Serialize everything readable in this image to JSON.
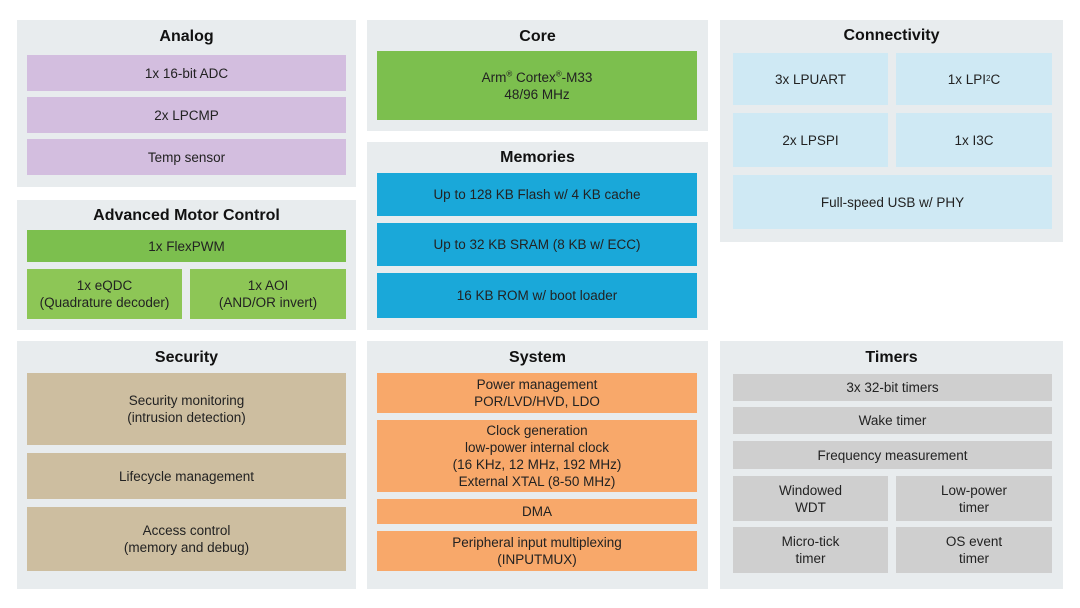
{
  "analog": {
    "title": "Analog",
    "items": [
      "1x 16-bit ADC",
      "2x LPCMP",
      "Temp sensor"
    ]
  },
  "core": {
    "title": "Core",
    "cpu_line1_a": "Arm",
    "cpu_line1_b": "Cortex",
    "cpu_line1_c": "-M33",
    "reg_mark": "®",
    "cpu_line2": "48/96 MHz"
  },
  "connectivity": {
    "title": "Connectivity",
    "lpuart": "3x LPUART",
    "lpi2c_a": "1x LPI",
    "lpi2c_sup": "2",
    "lpi2c_b": "C",
    "lpspi": "2x LPSPI",
    "i3c": "1x I3C",
    "usb": "Full-speed USB w/ PHY"
  },
  "memories": {
    "title": "Memories",
    "items": [
      "Up to 128 KB Flash w/ 4 KB cache",
      "Up to 32 KB SRAM (8 KB w/ ECC)",
      "16 KB ROM w/ boot loader"
    ]
  },
  "motor": {
    "title": "Advanced Motor Control",
    "flexpwm": "1x FlexPWM",
    "eqdc": "1x eQDC\n(Quadrature decoder)",
    "aoi": "1x AOI\n(AND/OR invert)"
  },
  "security": {
    "title": "Security",
    "items": [
      "Security monitoring\n(intrusion detection)",
      "Lifecycle management",
      "Access control\n(memory and debug)"
    ]
  },
  "system": {
    "title": "System",
    "items": [
      "Power management\nPOR/LVD/HVD, LDO",
      "Clock generation\nlow-power internal clock\n(16 KHz, 12 MHz, 192 MHz)\nExternal XTAL (8-50 MHz)",
      "DMA",
      "Peripheral input multiplexing\n(INPUTMUX)"
    ]
  },
  "timers": {
    "title": "Timers",
    "items": [
      "3x 32-bit timers",
      "Wake timer",
      "Frequency measurement",
      "Windowed\nWDT",
      "Low-power\ntimer",
      "Micro-tick\ntimer",
      "OS event\ntimer"
    ]
  },
  "colors": {
    "panel": "#e8ecee",
    "analog": "#d3bedf",
    "motor": "#7cbf4e",
    "core": "#7cbf4e",
    "memories": "#1aa8d9",
    "connectivity": "#cfe9f4",
    "security": "#cdbea0",
    "system": "#f8a86a",
    "timers": "#cfcfcf"
  }
}
